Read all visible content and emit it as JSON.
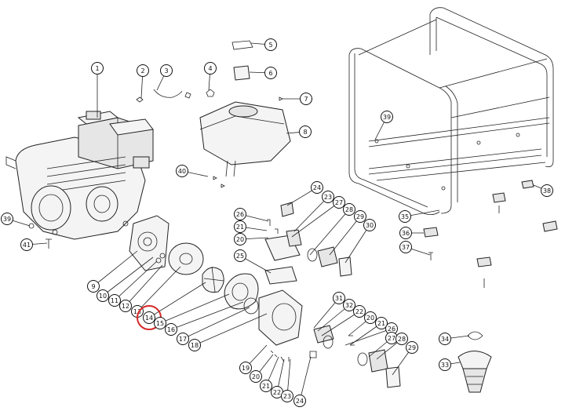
{
  "callouts": [
    {
      "id": "c1",
      "label": "1"
    },
    {
      "id": "c2",
      "label": "2"
    },
    {
      "id": "c3",
      "label": "3"
    },
    {
      "id": "c4",
      "label": "4"
    },
    {
      "id": "c5",
      "label": "5"
    },
    {
      "id": "c6",
      "label": "6"
    },
    {
      "id": "c7",
      "label": "7"
    },
    {
      "id": "c8",
      "label": "8"
    },
    {
      "id": "c39a",
      "label": "39"
    },
    {
      "id": "c40",
      "label": "40"
    },
    {
      "id": "c39b",
      "label": "39"
    },
    {
      "id": "c41",
      "label": "41"
    },
    {
      "id": "c9",
      "label": "9"
    },
    {
      "id": "c10",
      "label": "10"
    },
    {
      "id": "c11",
      "label": "11"
    },
    {
      "id": "c12",
      "label": "12"
    },
    {
      "id": "c13",
      "label": "13"
    },
    {
      "id": "c14",
      "label": "14"
    },
    {
      "id": "c15",
      "label": "15"
    },
    {
      "id": "c16",
      "label": "16"
    },
    {
      "id": "c17",
      "label": "17"
    },
    {
      "id": "c18",
      "label": "18"
    },
    {
      "id": "c26a",
      "label": "26"
    },
    {
      "id": "c21a",
      "label": "21"
    },
    {
      "id": "c20a",
      "label": "20"
    },
    {
      "id": "c25",
      "label": "25"
    },
    {
      "id": "c24a",
      "label": "24"
    },
    {
      "id": "c23a",
      "label": "23"
    },
    {
      "id": "c27a",
      "label": "27"
    },
    {
      "id": "c28a",
      "label": "28"
    },
    {
      "id": "c29a",
      "label": "29"
    },
    {
      "id": "c30",
      "label": "30"
    },
    {
      "id": "c31",
      "label": "31"
    },
    {
      "id": "c32",
      "label": "32"
    },
    {
      "id": "c22a",
      "label": "22"
    },
    {
      "id": "c20b",
      "label": "20"
    },
    {
      "id": "c21b",
      "label": "21"
    },
    {
      "id": "c26b",
      "label": "26"
    },
    {
      "id": "c27b",
      "label": "27"
    },
    {
      "id": "c28b",
      "label": "28"
    },
    {
      "id": "c29b",
      "label": "29"
    },
    {
      "id": "c19",
      "label": "19"
    },
    {
      "id": "c20c",
      "label": "20"
    },
    {
      "id": "c21c",
      "label": "21"
    },
    {
      "id": "c22b",
      "label": "22"
    },
    {
      "id": "c23b",
      "label": "23"
    },
    {
      "id": "c24b",
      "label": "24"
    },
    {
      "id": "c38",
      "label": "38"
    },
    {
      "id": "c35",
      "label": "35"
    },
    {
      "id": "c36",
      "label": "36"
    },
    {
      "id": "c37",
      "label": "37"
    },
    {
      "id": "c34",
      "label": "34"
    },
    {
      "id": "c33",
      "label": "33"
    }
  ],
  "highlight": {
    "label": "14",
    "color": "#d62828"
  }
}
